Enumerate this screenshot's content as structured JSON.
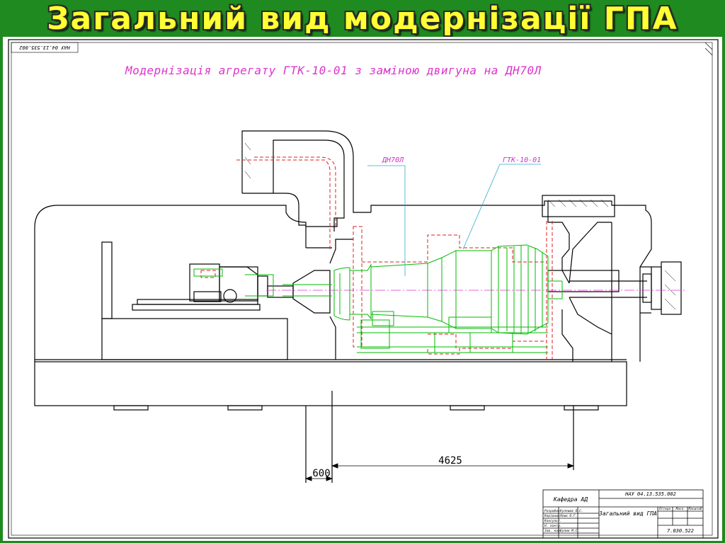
{
  "slide": {
    "title": "Загальний вид модернізації ГПА",
    "title_color": "#ffff33",
    "background_color": "#1f8a1f"
  },
  "drawing": {
    "heading": "Модернізація агрегату ГТК-10-01 з заміною двигуна на ДН70Л",
    "heading_color": "#dd33cc",
    "corner_code": "НАУ 04.13.535.002",
    "callout_engine": "ДН70Л",
    "callout_unit": "ГТК-10-01",
    "dimension_1": "600",
    "dimension_2": "4625",
    "colors": {
      "outline": "#000000",
      "new_engine": "#00bb00",
      "old_unit": "#dd2222",
      "callout": "#cc33cc",
      "leader": "#33aacc"
    }
  },
  "title_block": {
    "department": "Кафедра АД",
    "doc_code": "НАУ 04.13.535.002",
    "drawing_name": "Загальний вид ГПА",
    "col_letter": "Літера",
    "col_mass": "Маса",
    "col_scale": "Масштаб",
    "sheet_number": "7.030.522",
    "rows": [
      {
        "role": "Розробив",
        "name": "Кулешов О.С."
      },
      {
        "role": "Керівник",
        "name": "Ясюк О.Г."
      },
      {
        "role": "Консульт.",
        "name": ""
      },
      {
        "role": "Н. контр.",
        "name": ""
      },
      {
        "role": "Зав. каф.",
        "name": "Кулик М.С."
      }
    ]
  }
}
